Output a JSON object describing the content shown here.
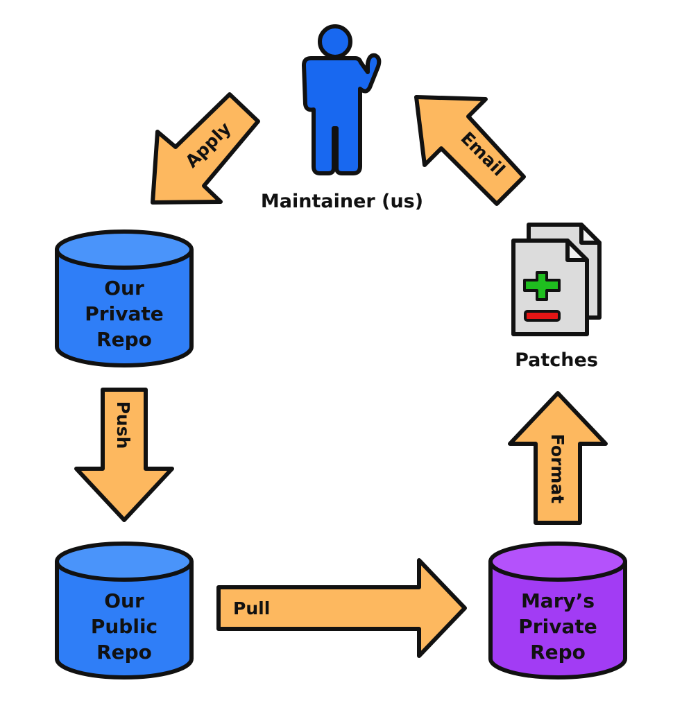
{
  "title": "Patch contribution workflow",
  "colors": {
    "arrow": "#fdb85f",
    "blue_repo": "#2f7ef7",
    "blue_repo_top": "#4a94fa",
    "purple_repo": "#a23cf4",
    "purple_repo_top": "#b452fb",
    "person": "#1868f0",
    "document": "#dcdcdc",
    "plus": "#1fbe1f",
    "minus": "#e31515",
    "outline": "#111111"
  },
  "nodes": {
    "maintainer": {
      "label": "Maintainer (us)",
      "icon": "person-icon"
    },
    "patches": {
      "label": "Patches",
      "icon": "patch-documents-icon"
    },
    "our_private_repo": {
      "lines": [
        "Our",
        "Private",
        "Repo"
      ],
      "icon": "database-icon"
    },
    "our_public_repo": {
      "lines": [
        "Our",
        "Public",
        "Repo"
      ],
      "icon": "database-icon"
    },
    "marys_private_repo": {
      "lines": [
        "Mary’s",
        "Private",
        "Repo"
      ],
      "icon": "database-icon"
    }
  },
  "edges": [
    {
      "id": "apply",
      "label": "Apply",
      "from": "Maintainer (us)",
      "to": "Our Private Repo"
    },
    {
      "id": "push",
      "label": "Push",
      "from": "Our Private Repo",
      "to": "Our Public Repo"
    },
    {
      "id": "pull",
      "label": "Pull",
      "from": "Our Public Repo",
      "to": "Mary’s Private Repo"
    },
    {
      "id": "format",
      "label": "Format",
      "from": "Mary’s Private Repo",
      "to": "Patches"
    },
    {
      "id": "email",
      "label": "Email",
      "from": "Patches",
      "to": "Maintainer (us)"
    }
  ]
}
